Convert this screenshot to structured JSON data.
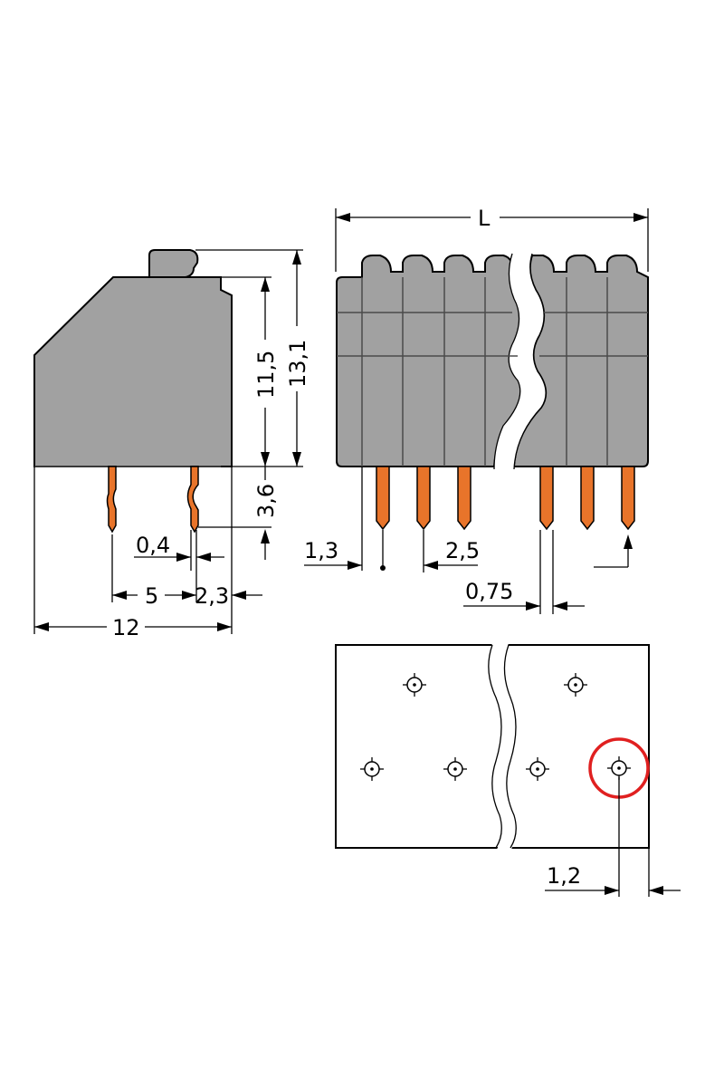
{
  "dimensions": {
    "total_length": "L",
    "height_body": "11,5",
    "height_total": "13,1",
    "pin_length": "3,6",
    "pin_width": "0,4",
    "pin_pitch_side": "5",
    "pin_offset_side": "2,3",
    "depth": "12",
    "edge_offset": "1,3",
    "pitch": "2,5",
    "pin_thickness": "0,75",
    "hole_edge_offset": "1,2"
  },
  "colors": {
    "housing": "#a1a1a1",
    "pins": "#e8742a",
    "highlight": "#e02020"
  },
  "icons": {
    "hole_marker": "drill-hole-crosshair-icon"
  }
}
